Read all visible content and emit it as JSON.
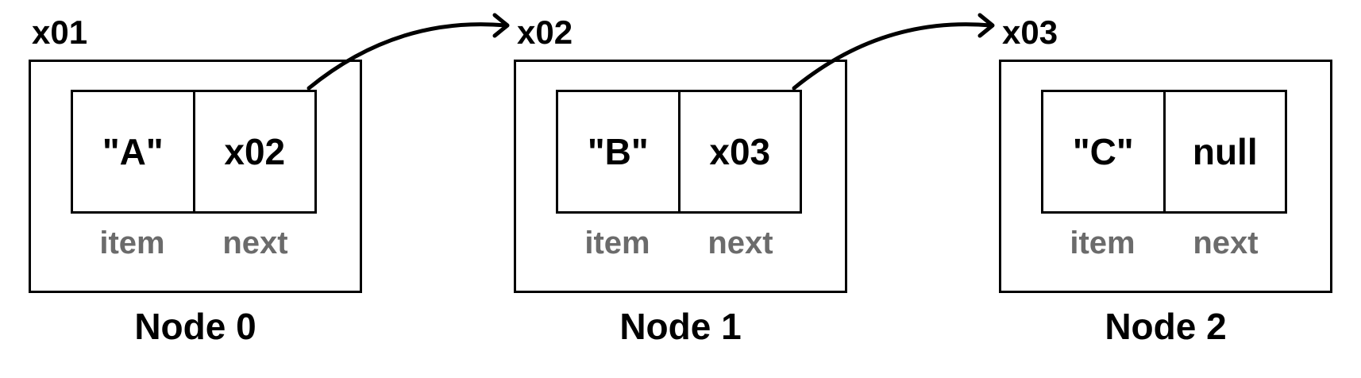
{
  "nodes": [
    {
      "address": "x01",
      "item": "\"A\"",
      "next": "x02",
      "item_label": "item",
      "next_label": "next",
      "label": "Node 0"
    },
    {
      "address": "x02",
      "item": "\"B\"",
      "next": "x03",
      "item_label": "item",
      "next_label": "next",
      "label": "Node 1"
    },
    {
      "address": "x03",
      "item": "\"C\"",
      "next": "null",
      "item_label": "item",
      "next_label": "next",
      "label": "Node 2"
    }
  ],
  "links": [
    {
      "from": "x01",
      "to": "x02"
    },
    {
      "from": "x02",
      "to": "x03"
    }
  ],
  "colors": {
    "stroke": "#000000",
    "field_label": "#6b6b6b",
    "background": "#ffffff"
  }
}
